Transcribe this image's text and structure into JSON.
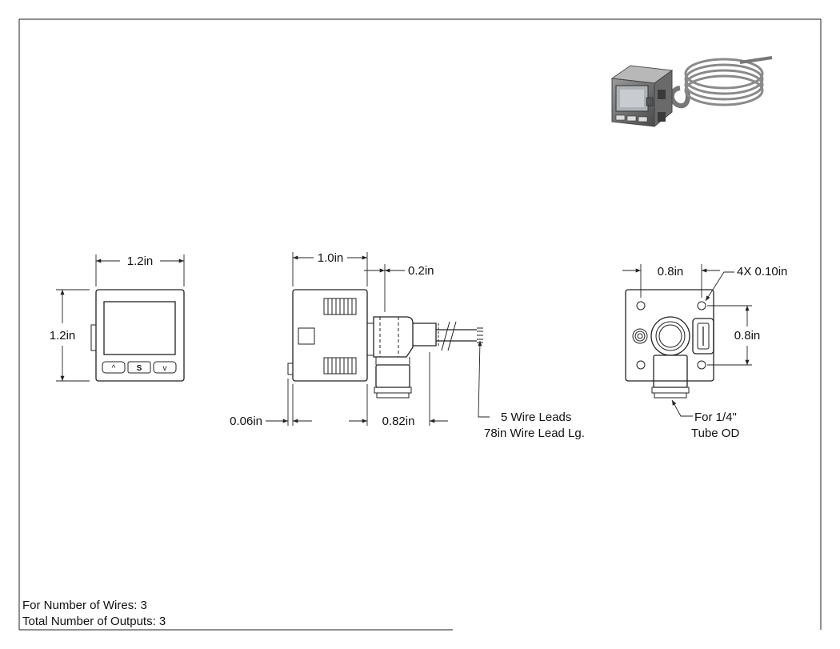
{
  "dimensions": {
    "front_width": "1.2in",
    "front_height": "1.2in",
    "side_depth": "1.0in",
    "side_fitting_offset": "0.2in",
    "side_rear_protrusion": "0.06in",
    "side_fitting_length": "0.82in",
    "rear_hole_spacing_h": "0.8in",
    "rear_hole_spacing_v": "0.8in",
    "rear_hole_callout": "4X 0.10in"
  },
  "callouts": {
    "wire_leads_line1": "5 Wire Leads",
    "wire_leads_line2": "78in Wire Lead Lg.",
    "tube_line1": "For 1/4\"",
    "tube_line2": "Tube OD"
  },
  "front_panel": {
    "button_labels": [
      "^",
      "S",
      "v"
    ]
  },
  "notes": {
    "wires": "For Number of Wires: 3",
    "outputs": "Total Number of Outputs: 3"
  }
}
